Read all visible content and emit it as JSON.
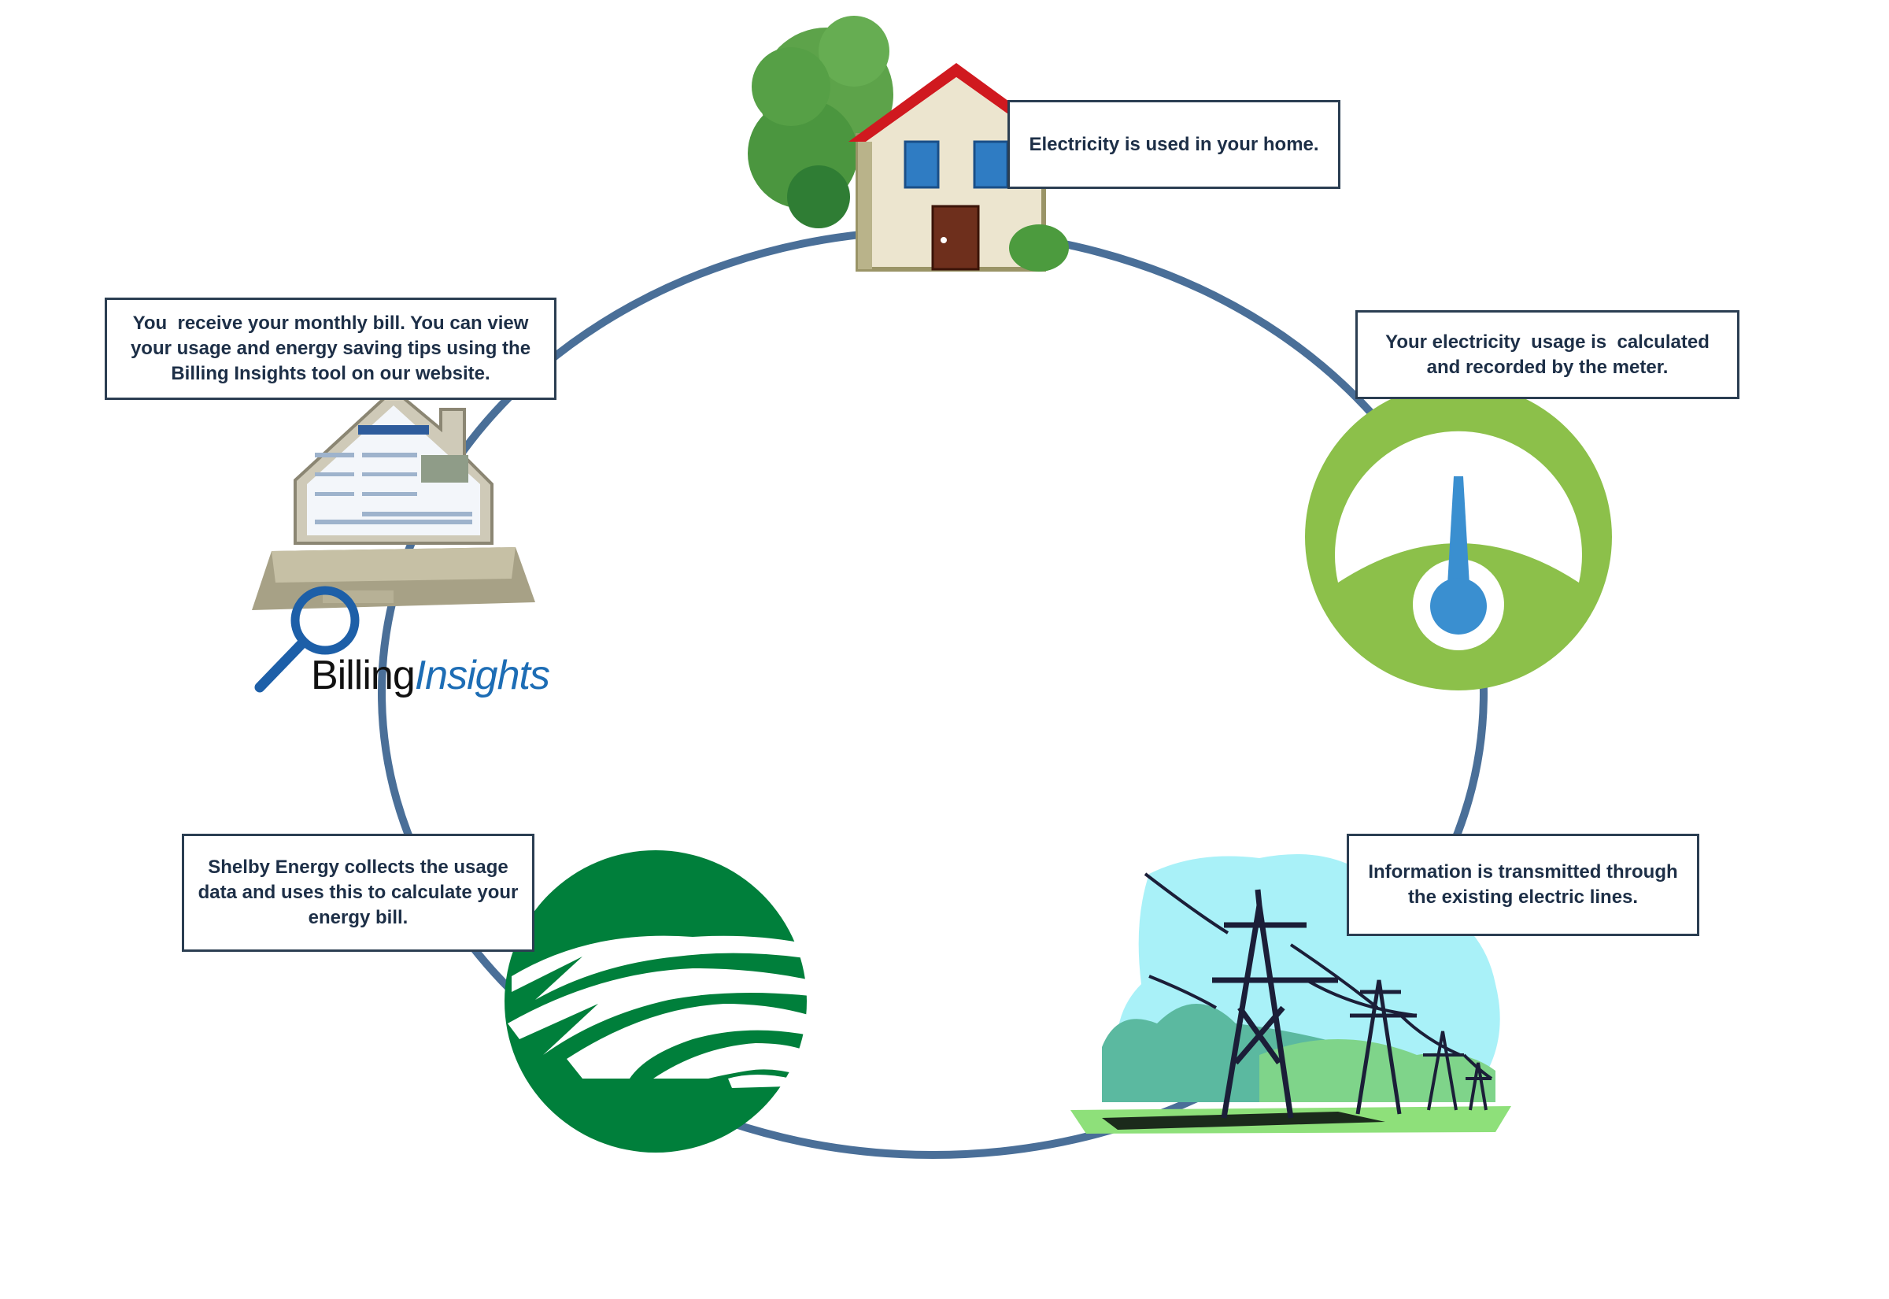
{
  "steps": [
    {
      "id": "home",
      "text": "Electricity is used in your home."
    },
    {
      "id": "meter",
      "text": "Your electricity  usage is  calculated and recorded by the meter."
    },
    {
      "id": "lines",
      "text": "Information is transmitted through the existing electric lines."
    },
    {
      "id": "shelby",
      "text": "Shelby Energy collects the usage data and uses this to calculate your energy bill."
    },
    {
      "id": "bill",
      "text": "You  receive your monthly bill. You can view your usage and energy saving tips using the Billing Insights tool on our website."
    }
  ],
  "logo": {
    "billing": "Billing",
    "insights": "Insights"
  },
  "icons": [
    "house-icon",
    "meter-gauge-icon",
    "power-lines-icon",
    "shelby-energy-logo-icon",
    "laptop-house-icon",
    "magnifier-icon"
  ],
  "colors": {
    "cycle_ring": "#4a6f98",
    "box_border": "#2b3e52",
    "text": "#1d2f47",
    "meter_green": "#8cc04a",
    "meter_needle": "#3a8fd0",
    "shelby_green": "#007f3b",
    "roof_red": "#d0191f",
    "logo_blue": "#1d6db5"
  }
}
